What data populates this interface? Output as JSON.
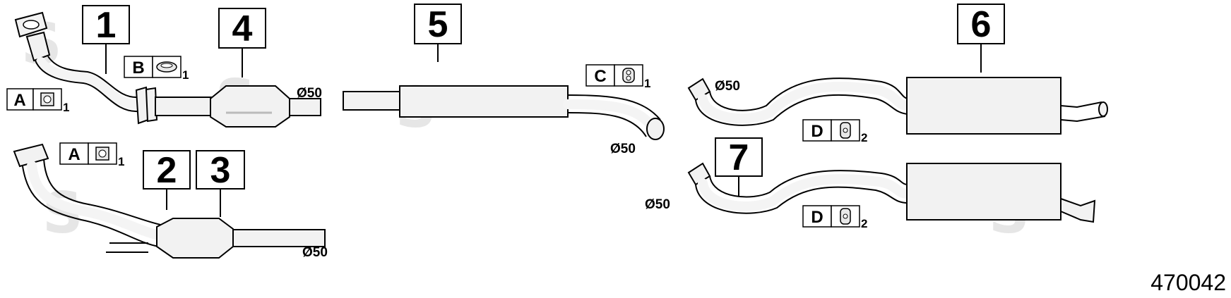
{
  "callouts": [
    {
      "number": "1"
    },
    {
      "number": "2"
    },
    {
      "number": "3"
    },
    {
      "number": "4"
    },
    {
      "number": "5"
    },
    {
      "number": "6"
    },
    {
      "number": "7"
    }
  ],
  "fittings": {
    "A": {
      "letter": "A",
      "qty": "1"
    },
    "A2": {
      "letter": "A",
      "qty": "1"
    },
    "B": {
      "letter": "B",
      "qty": "1"
    },
    "C": {
      "letter": "C",
      "qty": "1"
    },
    "D": {
      "letter": "D",
      "qty": "2"
    },
    "D2": {
      "letter": "D",
      "qty": "2"
    }
  },
  "diameters": {
    "d1": "Ø50",
    "d2": "Ø50",
    "d3": "Ø50",
    "d4": "Ø50",
    "d5": "Ø50"
  },
  "drawing_code": "470042",
  "watermark_glyph": "S"
}
